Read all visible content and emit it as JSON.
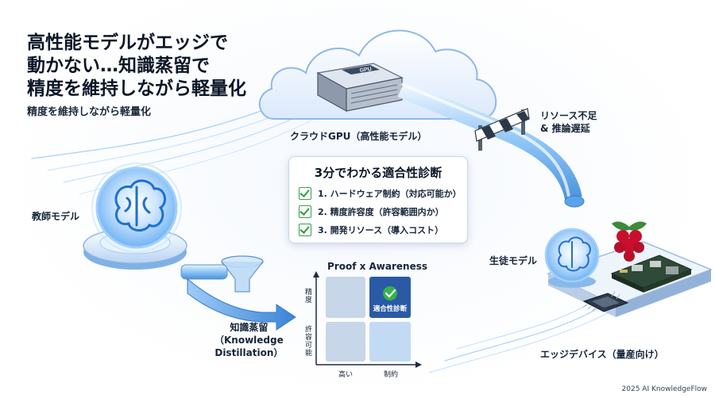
{
  "title_lines": [
    "高性能モデルがエッジで",
    "動かない…知識蒸留で",
    "精度を維持しながら軽量化"
  ],
  "subtitle": "精度を維持しながら軽量化",
  "cloud": {
    "label": "クラウドGPU（高性能モデル）",
    "chip_text": "GPU"
  },
  "bottleneck": {
    "line1": "リソース不足",
    "line2": "& 推論遅延"
  },
  "teacher": {
    "label": "教師モデル"
  },
  "student": {
    "label": "生徒モデル"
  },
  "distillation": {
    "line1": "知識蒸留",
    "line2": "（Knowledge",
    "line3": "Distillation）"
  },
  "edge": {
    "label": "エッジデバイス（量産向け）"
  },
  "checklist": {
    "title": "3分でわかる適合性診断",
    "items": [
      "1. ハードウェア制約（対応可能か）",
      "2. 精度許容度（許容範囲内か）",
      "3. 開発リソース（導入コスト）"
    ]
  },
  "matrix": {
    "title": "Proof x Awareness",
    "y_top": "精度",
    "y_bottom": "許容可能",
    "x_left": "高い",
    "x_right": "制約",
    "highlight": "適合性診断"
  },
  "credit": "2025 AI KnowledgeFlow",
  "colors": {
    "accent": "#2f7de1",
    "glow": "#5fb4ff",
    "check": "#2d9d3f",
    "highlight_cell": "#2a5aa6"
  }
}
